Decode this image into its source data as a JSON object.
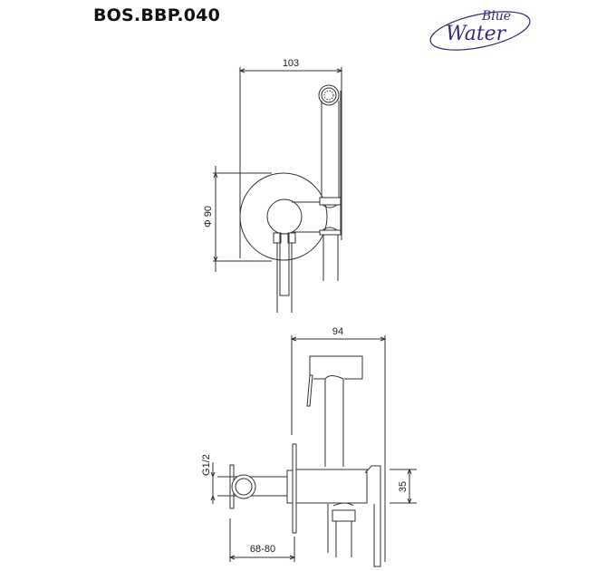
{
  "header": {
    "model_code": "BOS.BBP.040",
    "logo": {
      "line1": "Blue",
      "line2": "Water",
      "color": "#3a2a7a"
    }
  },
  "top_view": {
    "dim_width": "103",
    "dim_diameter": "Φ 90"
  },
  "side_view": {
    "dim_width": "94",
    "dim_thread": "G1/2",
    "dim_height": "35",
    "dim_depth": "68-80"
  },
  "colors": {
    "line": "#333333",
    "text": "#222222"
  }
}
